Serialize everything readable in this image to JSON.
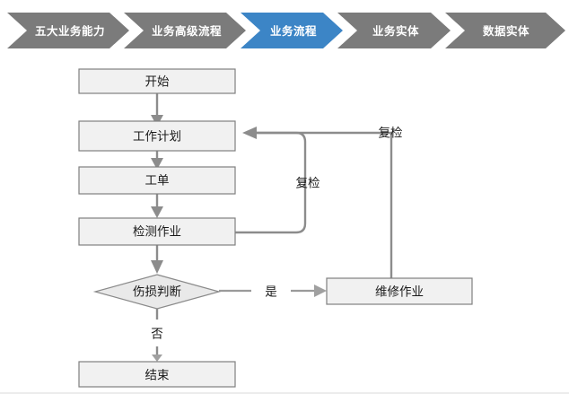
{
  "breadcrumb": {
    "active_color": "#3c85c6",
    "inactive_color": "#7b7b7b",
    "label_color": "#ffffff",
    "steps": [
      {
        "label": "五大业务能力",
        "active": false
      },
      {
        "label": "业务高级流程",
        "active": false
      },
      {
        "label": "业务流程",
        "active": true
      },
      {
        "label": "业务实体",
        "active": false
      },
      {
        "label": "数据实体",
        "active": false
      }
    ]
  },
  "flowchart": {
    "type": "flowchart",
    "node_fill": "#f1f1f1",
    "node_stroke": "#808080",
    "connector_color": "#8c8c8c",
    "nodes": [
      {
        "id": "start",
        "label": "开始",
        "shape": "rectangle"
      },
      {
        "id": "work_plan",
        "label": "工作计划",
        "shape": "rectangle"
      },
      {
        "id": "work_order",
        "label": "工单",
        "shape": "rectangle"
      },
      {
        "id": "inspection",
        "label": "检测作业",
        "shape": "rectangle"
      },
      {
        "id": "decision",
        "label": "伤损判断",
        "shape": "diamond"
      },
      {
        "id": "repair",
        "label": "维修作业",
        "shape": "rectangle"
      },
      {
        "id": "end",
        "label": "结束",
        "shape": "rectangle"
      }
    ],
    "edges": [
      {
        "from": "start",
        "to": "work_plan",
        "label": ""
      },
      {
        "from": "work_plan",
        "to": "work_order",
        "label": ""
      },
      {
        "from": "work_order",
        "to": "inspection",
        "label": ""
      },
      {
        "from": "inspection",
        "to": "decision",
        "label": ""
      },
      {
        "from": "inspection",
        "to": "work_plan",
        "label": "复检"
      },
      {
        "from": "decision",
        "to": "repair",
        "label": "是"
      },
      {
        "from": "decision",
        "to": "end",
        "label": "否"
      },
      {
        "from": "repair",
        "to": "work_plan",
        "label": "复检"
      }
    ],
    "edge_labels": {
      "recheck_inner": "复检",
      "recheck_outer": "复检",
      "yes": "是",
      "no": "否"
    }
  }
}
